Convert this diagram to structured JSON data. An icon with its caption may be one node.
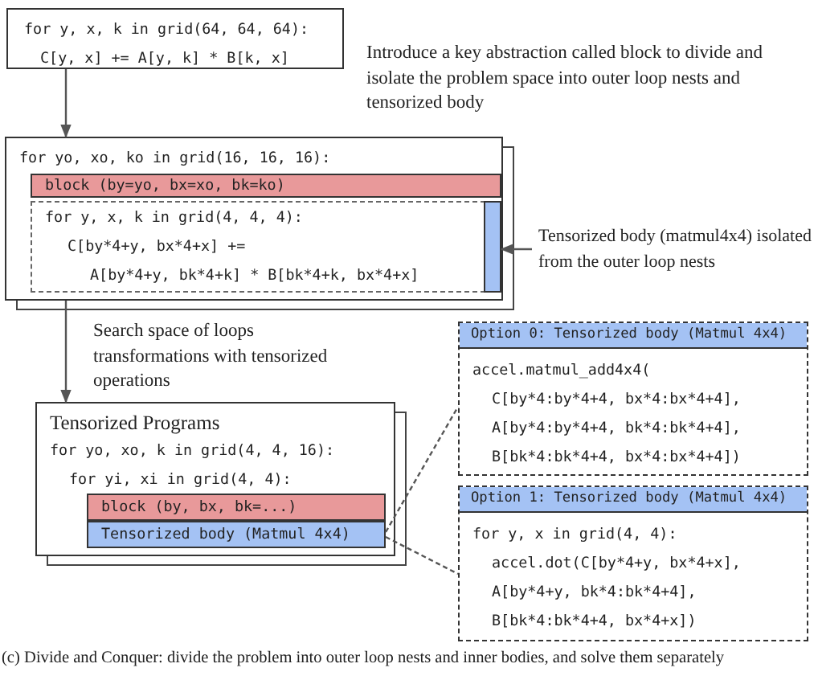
{
  "diagram": {
    "caption": "(c) Divide and Conquer: divide the problem into outer loop nests and inner bodies, and solve them separately",
    "nodes": [
      {
        "text": [
          "for y, x, k in grid(64, 64, 64):",
          "C[y, x] += A[y, k] * B[k, x]"
        ]
      },
      {
        "text": [
          "for yo, xo, ko in grid(16, 16, 16):"
        ]
      },
      {
        "text": [
          "block (by=yo, bx=xo, bk=ko)"
        ],
        "in": 1
      },
      {
        "text": [
          "for y, x, k in grid(4, 4, 4):",
          "C[by*4+y, bx*4+x] +=",
          "A[by*4+y, bk*4+k] * B[bk*4+k, bx*4+x]"
        ],
        "in": 1
      },
      {
        "text": [],
        "shape": "bar",
        "in": 3
      },
      {
        "text": [
          "Tensorized body (matmul4x4) isolated from the outer loop nests"
        ]
      },
      {
        "text": [
          "Tensorized Programs",
          "for yo, xo, k in grid(4, 4, 16):",
          "for yi, xi in grid(4, 4):"
        ]
      },
      {
        "text": [
          "block (by, bx, bk=...)"
        ],
        "in": 6
      },
      {
        "text": [
          "Tensorized body (Matmul 4x4)"
        ],
        "in": 6
      },
      {
        "text": [
          "Option 0: Tensorized body (Matmul 4x4)",
          "accel.matmul_add4x4(",
          "C[by*4:by*4+4, bx*4:bx*4+4],",
          "A[by*4:by*4+4, bk*4:bk*4+4],",
          "B[bk*4:bk*4+4, bx*4:bx*4+4])"
        ]
      },
      {
        "text": [
          "Option 1: Tensorized body (Matmul 4x4)",
          "for y, x in grid(4, 4):",
          "accel.dot(C[by*4+y, bx*4+x],",
          "A[by*4+y, bk*4:bk*4+4],",
          "B[bk*4:bk*4+4, bx*4+x])"
        ]
      }
    ],
    "edges": [
      {
        "from": 0,
        "to": 1,
        "arrow": "to"
      },
      {
        "from": 1,
        "to": 6,
        "arrow": "to",
        "label": "Search space of loops transformations with tensorized operations"
      },
      {
        "from": 5,
        "to": 4,
        "arrow": "to"
      },
      {
        "from": 8,
        "to": 9,
        "arrow": "none",
        "style": "dashed"
      },
      {
        "from": 8,
        "to": 10,
        "arrow": "none",
        "style": "dashed"
      }
    ],
    "labels": [
      "Introduce a key abstraction called block to divide and isolate the problem space into outer loop nests and tensorized body"
    ]
  }
}
